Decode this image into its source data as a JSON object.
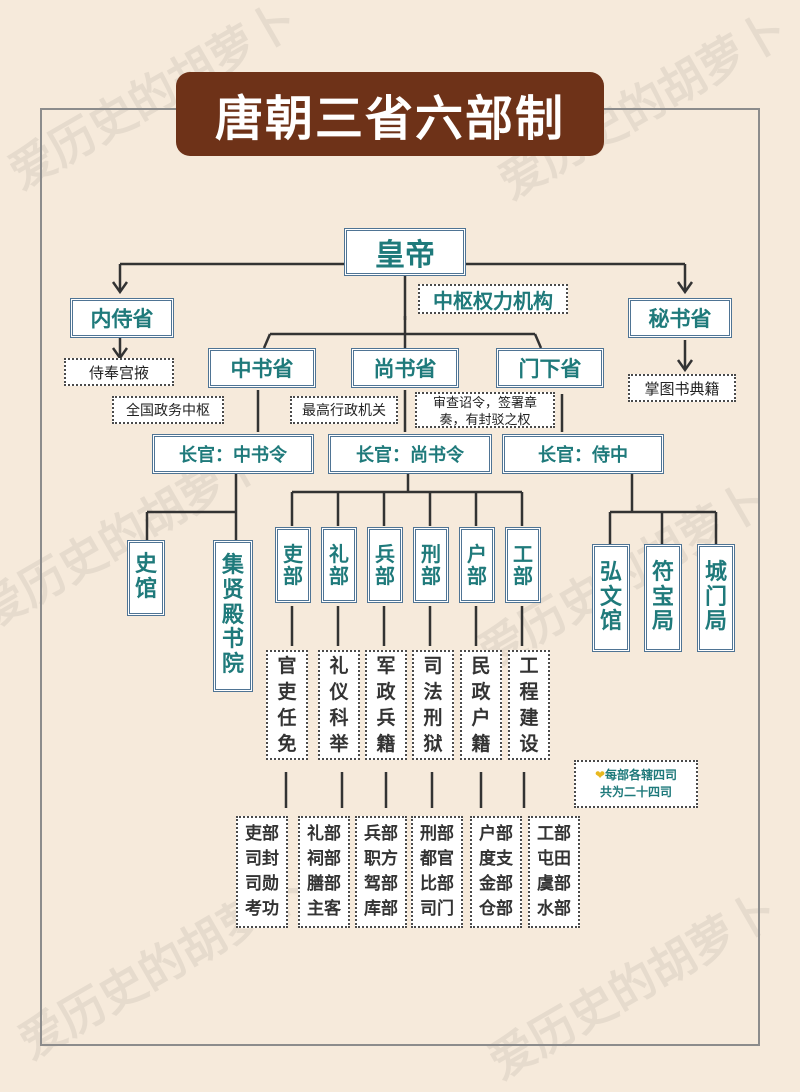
{
  "title": "唐朝三省六部制",
  "watermark": "爱历史的胡萝卜",
  "emperor": "皇帝",
  "central_note": "中枢权力机构",
  "neishi": {
    "name": "内侍省",
    "desc": "侍奉宫掖"
  },
  "mishu": {
    "name": "秘书省",
    "desc": "掌图书典籍"
  },
  "zhongshu": {
    "name": "中书省",
    "desc": "全国政务中枢",
    "head": "长官：中书令"
  },
  "shangshu": {
    "name": "尚书省",
    "desc": "最高行政机关",
    "head": "长官：尚书令"
  },
  "menxia": {
    "name": "门下省",
    "desc": "审查诏令，签署章奏，有封驳之权",
    "head": "长官：侍中"
  },
  "zhongshu_subs": [
    "史馆",
    "集贤殿书院"
  ],
  "menxia_subs": [
    "弘文馆",
    "符宝局",
    "城门局"
  ],
  "ministries": [
    {
      "name": "吏部",
      "duty": "官吏任免",
      "offices": [
        "吏部",
        "司封",
        "司勋",
        "考功"
      ]
    },
    {
      "name": "礼部",
      "duty": "礼仪科举",
      "offices": [
        "礼部",
        "祠部",
        "膳部",
        "主客"
      ]
    },
    {
      "name": "兵部",
      "duty": "军政兵籍",
      "offices": [
        "兵部",
        "职方",
        "驾部",
        "库部"
      ]
    },
    {
      "name": "刑部",
      "duty": "司法刑狱",
      "offices": [
        "刑部",
        "都官",
        "比部",
        "司门"
      ]
    },
    {
      "name": "户部",
      "duty": "民政户籍",
      "offices": [
        "户部",
        "度支",
        "金部",
        "仓部"
      ]
    },
    {
      "name": "工部",
      "duty": "工程建设",
      "offices": [
        "工部",
        "屯田",
        "虞部",
        "水部"
      ]
    }
  ],
  "summary_note": {
    "heart": "❤",
    "line1": "每部各辖四司",
    "line2": "共为二十四司"
  },
  "colors": {
    "title_bg": "#6e3218",
    "box_text": "#1f7a7b",
    "box_border": "#4f7494",
    "background": "#f6eadb",
    "line": "#333333"
  }
}
